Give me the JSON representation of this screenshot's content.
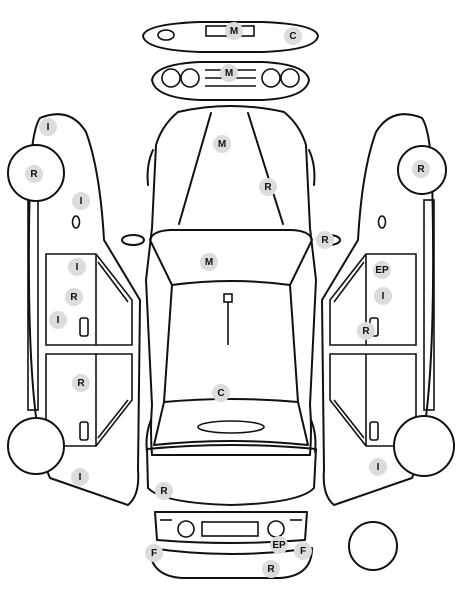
{
  "markers": {
    "front_bumper": "M",
    "front_bumper_c": "C",
    "grille": "M",
    "hood_m": "M",
    "hood_r": "R",
    "windshield_m": "M",
    "mirror_r": "R",
    "roof": "C",
    "left_fender_i": "I",
    "left_wheel_r": "R",
    "left_mirror_i": "I",
    "left_front_door_i1": "I",
    "left_front_door_r": "R",
    "left_front_door_i2": "I",
    "left_rear_door_r": "R",
    "left_rear_quarter_i": "I",
    "rear_corner_r": "R",
    "right_wheel_r": "R",
    "right_front_door_ep": "EP",
    "right_front_door_i": "I",
    "right_front_door_r": "R",
    "right_rear_quarter_i": "I",
    "rear_bumper_ep": "EP",
    "rear_bumper_f_left": "F",
    "rear_bumper_f_right": "F",
    "rear_bumper_r": "R"
  }
}
